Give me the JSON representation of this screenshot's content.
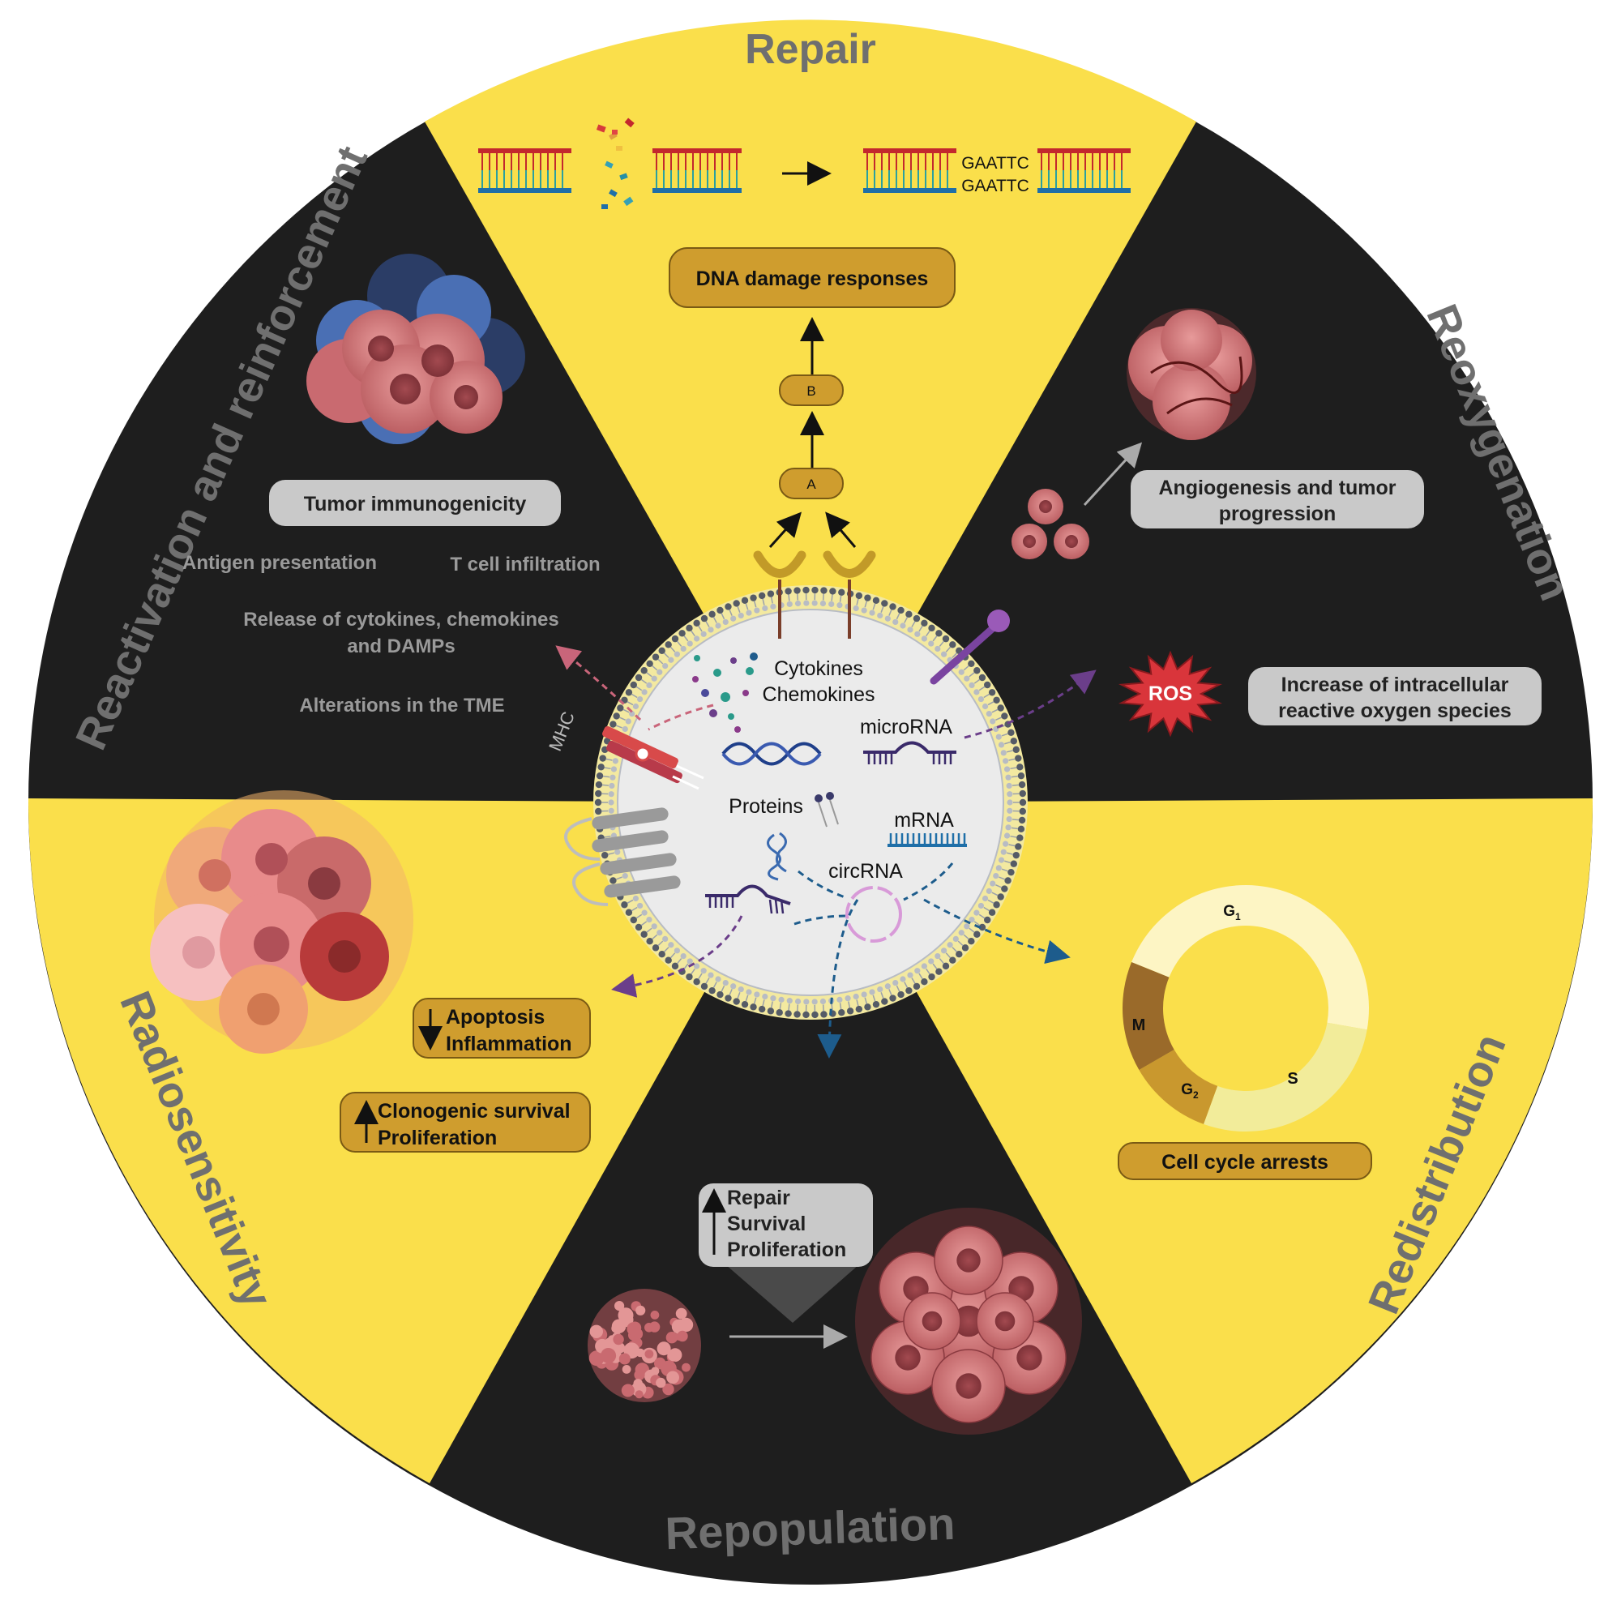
{
  "sectors": {
    "repair": "Repair",
    "reoxygenation": "Reoxygenation",
    "redistribution": "Redistribution",
    "repopulation": "Repopulation",
    "radiosensitivity": "Radiosensitivity",
    "reactivation": "Reactivation and reinforcement"
  },
  "repair": {
    "seq_top": "GAATTC",
    "seq_bottom": "GAATTC",
    "ddr": "DNA damage responses",
    "node_b": "B",
    "node_a": "A"
  },
  "reactivation": {
    "box": "Tumor immunogenicity",
    "antigen": "Antigen presentation",
    "tcell": "T cell infiltration",
    "release_line1": "Release of cytokines, chemokines",
    "release_line2": "and DAMPs",
    "tme": "Alterations in the TME"
  },
  "reoxygenation": {
    "angio_line1": "Angiogenesis and tumor",
    "angio_line2": "progression",
    "ros": "ROS",
    "ros_line1": "Increase of intracellular",
    "ros_line2": "reactive oxygen species"
  },
  "vesicle": {
    "cytokines": "Cytokines",
    "chemokines": "Chemokines",
    "microrna": "microRNA",
    "proteins": "Proteins",
    "mrna": "mRNA",
    "circrna": "circRNA",
    "mhc": "MHC"
  },
  "radiosensitivity": {
    "down1": "Apoptosis",
    "down2": "Inflammation",
    "up1": "Clonogenic survival",
    "up2": "Proliferation"
  },
  "repopulation": {
    "l1": "Repair",
    "l2": "Survival",
    "l3": "Proliferation"
  },
  "redistribution": {
    "g1": "G",
    "g1_sub": "1",
    "s": "S",
    "g2": "G",
    "g2_sub": "2",
    "m": "M",
    "box": "Cell cycle arrests"
  },
  "colors": {
    "black": "#1e1e1e",
    "yellow": "#fadf4b",
    "gold_box": "#cf9d2e",
    "gray_box": "#c9c9c9",
    "title_gray": "#6f6f6f",
    "cell_pink": "#d9777a"
  }
}
